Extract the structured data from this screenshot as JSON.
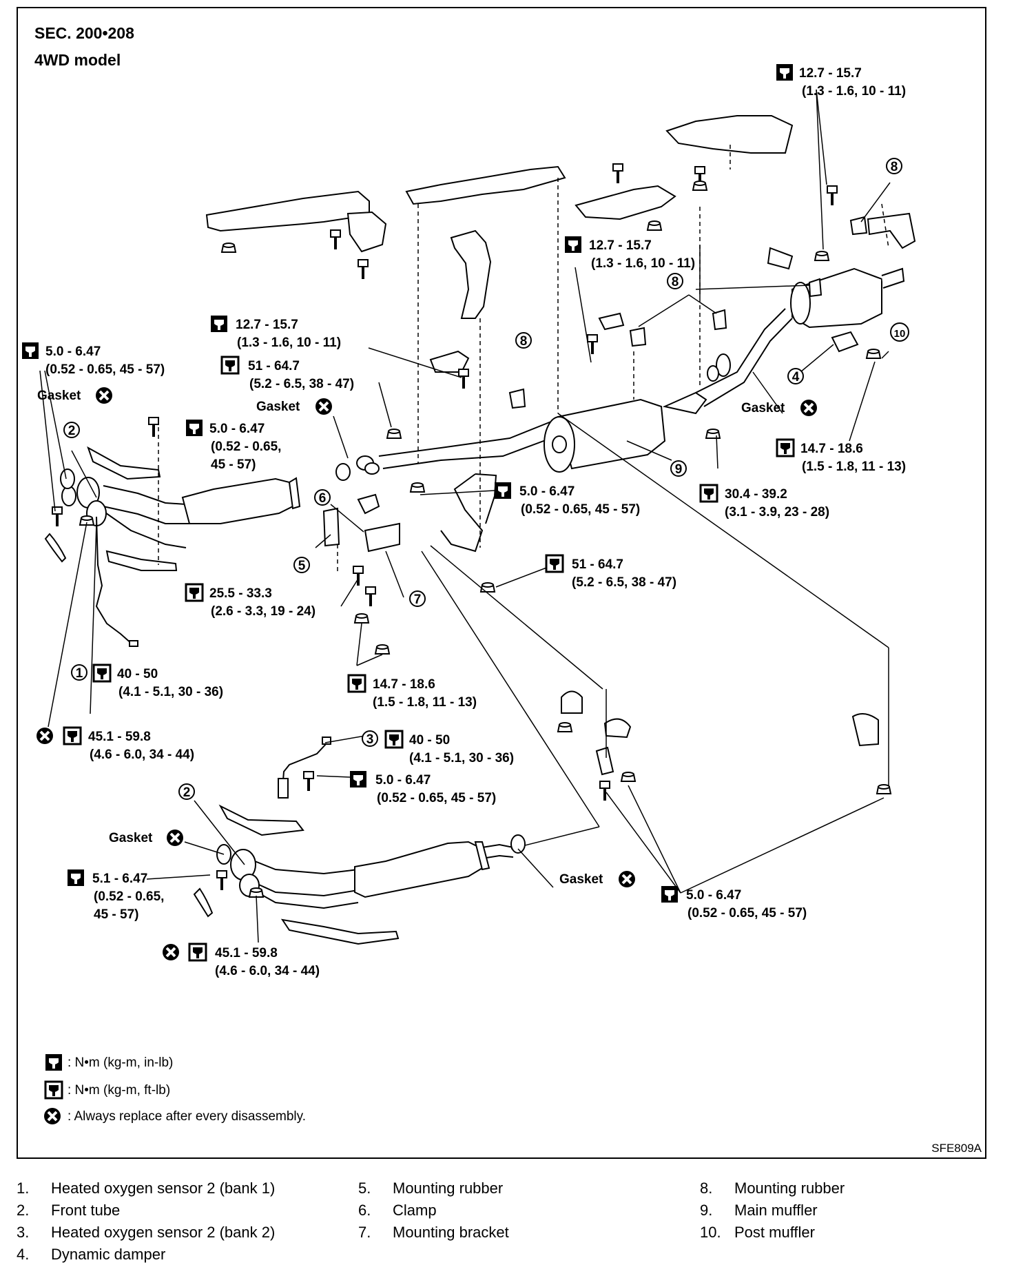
{
  "header": {
    "section": "SEC. 200•208",
    "model": "4WD model"
  },
  "torque_labels": [
    {
      "id": "t1",
      "spec": "12.7 - 15.7",
      "detail": "(1.3 - 1.6, 10 - 11)"
    },
    {
      "id": "t2",
      "spec": "12.7 - 15.7",
      "detail": "(1.3 - 1.6, 10 - 11)"
    },
    {
      "id": "t3",
      "spec": "12.7 - 15.7",
      "detail": "(1.3 - 1.6, 10 - 11)"
    },
    {
      "id": "t4",
      "spec": "51 - 64.7",
      "detail": "(5.2 - 6.5, 38 - 47)"
    },
    {
      "id": "t5",
      "spec": "5.0 - 6.47",
      "detail": "(0.52 - 0.65, 45 - 57)"
    },
    {
      "id": "t6",
      "spec": "5.0 - 6.47",
      "detail": "(0.52 - 0.65,",
      "detail2": "45 - 57)"
    },
    {
      "id": "t7",
      "spec": "14.7 - 18.6",
      "detail": "(1.5 - 1.8, 11 - 13)"
    },
    {
      "id": "t8",
      "spec": "5.0 - 6.47",
      "detail": "(0.52 - 0.65, 45 - 57)"
    },
    {
      "id": "t9",
      "spec": "30.4 - 39.2",
      "detail": "(3.1 - 3.9, 23 - 28)"
    },
    {
      "id": "t10",
      "spec": "51 - 64.7",
      "detail": "(5.2 - 6.5, 38 - 47)"
    },
    {
      "id": "t11",
      "spec": "25.5 - 33.3",
      "detail": "(2.6 - 3.3, 19 - 24)"
    },
    {
      "id": "t12",
      "spec": "40 - 50",
      "detail": "(4.1 - 5.1, 30 - 36)"
    },
    {
      "id": "t13",
      "spec": "14.7 - 18.6",
      "detail": "(1.5 - 1.8, 11 - 13)"
    },
    {
      "id": "t14",
      "spec": "45.1 - 59.8",
      "detail": "(4.6 - 6.0, 34 - 44)"
    },
    {
      "id": "t15",
      "spec": "40 - 50",
      "detail": "(4.1 - 5.1, 30 - 36)"
    },
    {
      "id": "t16",
      "spec": "5.0 - 6.47",
      "detail": "(0.52 - 0.65, 45 - 57)"
    },
    {
      "id": "t17",
      "spec": "5.1 - 6.47",
      "detail": "(0.52 - 0.65,",
      "detail2": "45 - 57)"
    },
    {
      "id": "t18",
      "spec": "45.1 - 59.8",
      "detail": "(4.6 - 6.0, 34 - 44)"
    },
    {
      "id": "t19",
      "spec": "5.0 - 6.47",
      "detail": "(0.52 - 0.65, 45 - 57)"
    }
  ],
  "gasket_label": "Gasket",
  "callout_numbers": [
    "1",
    "2",
    "3",
    "4",
    "5",
    "6",
    "7",
    "8",
    "9",
    "10"
  ],
  "symbol_legend": [
    {
      "icon": "torque-inlb-icon",
      "text": ": N•m (kg-m, in-lb)"
    },
    {
      "icon": "torque-ftlb-icon",
      "text": ": N•m (kg-m, ft-lb)"
    },
    {
      "icon": "replace-icon",
      "text": ": Always replace after every disassembly."
    }
  ],
  "figure_code": "SFE809A",
  "parts": [
    {
      "num": "1.",
      "name": "Heated oxygen sensor 2 (bank 1)"
    },
    {
      "num": "2.",
      "name": "Front tube"
    },
    {
      "num": "3.",
      "name": "Heated oxygen sensor 2 (bank 2)"
    },
    {
      "num": "4.",
      "name": "Dynamic damper"
    },
    {
      "num": "5.",
      "name": "Mounting rubber"
    },
    {
      "num": "6.",
      "name": "Clamp"
    },
    {
      "num": "7.",
      "name": "Mounting bracket"
    },
    {
      "num": "8.",
      "name": "Mounting rubber"
    },
    {
      "num": "9.",
      "name": "Main muffler"
    },
    {
      "num": "10.",
      "name": "Post muffler"
    }
  ]
}
